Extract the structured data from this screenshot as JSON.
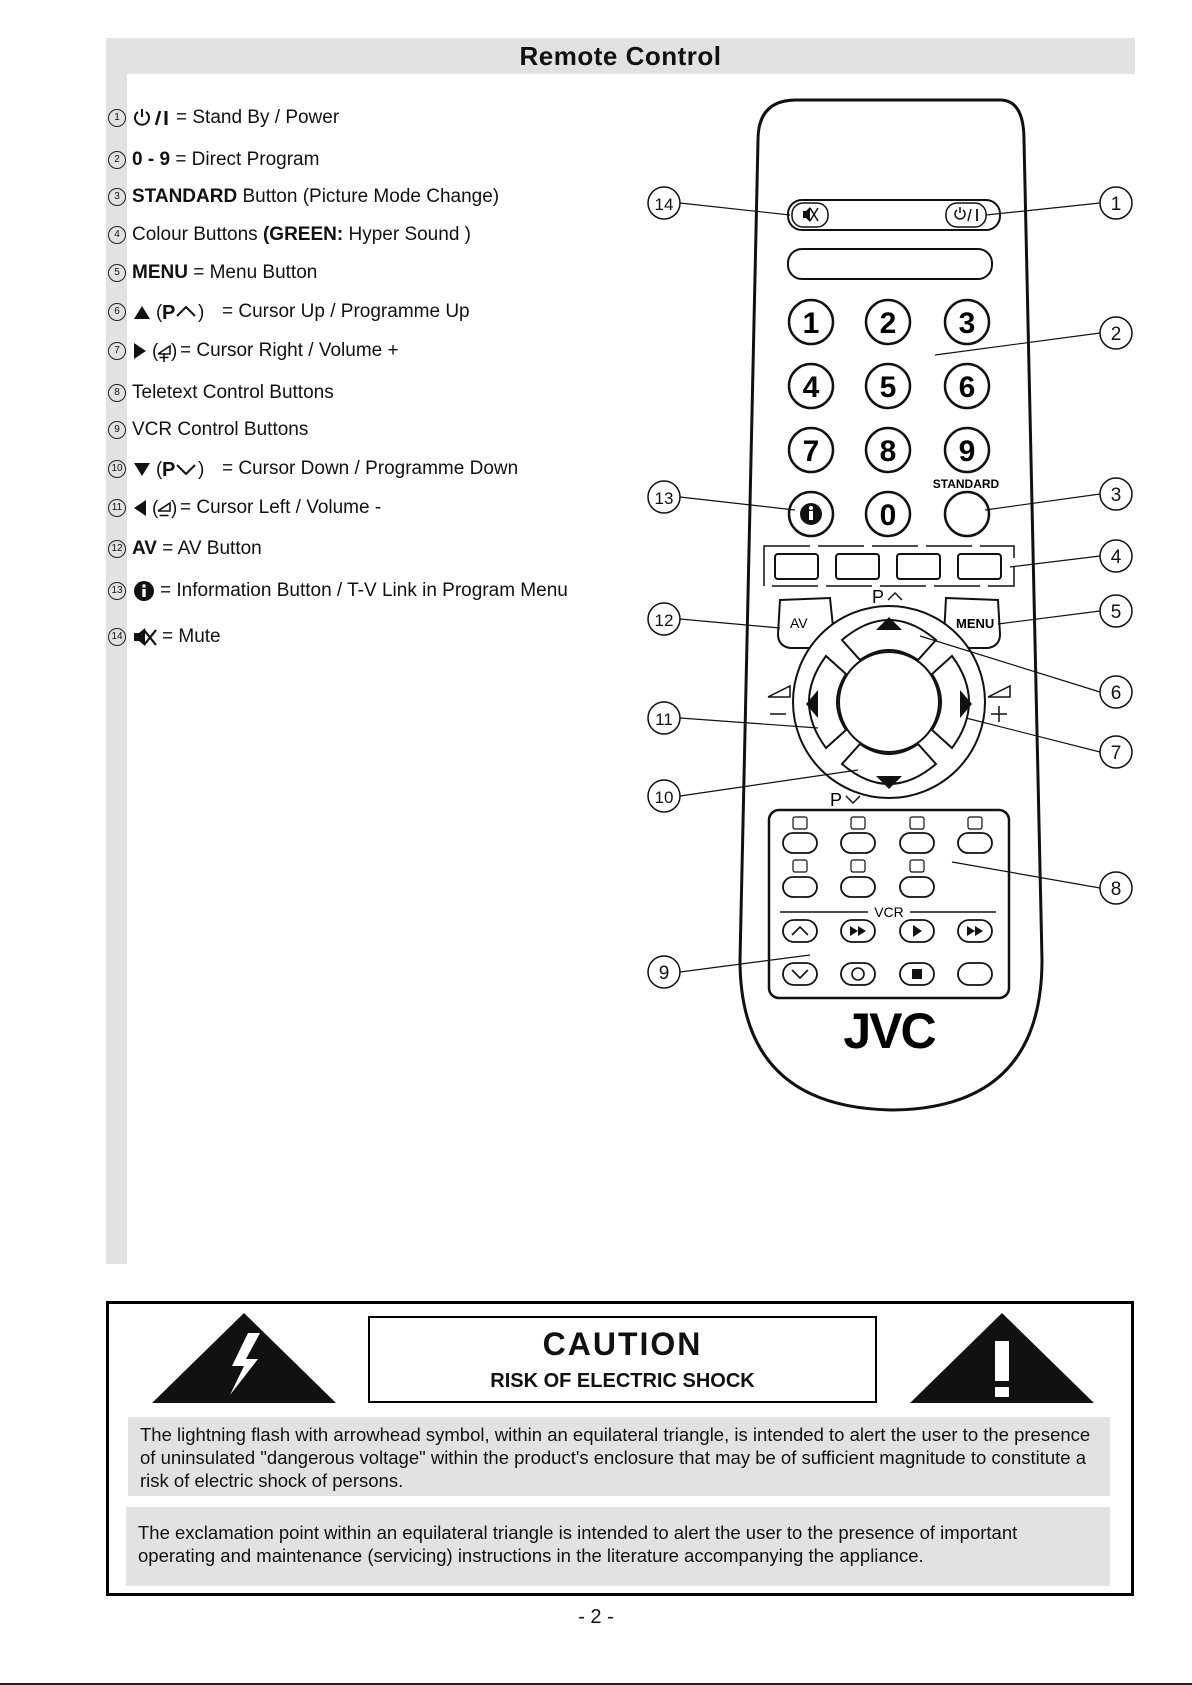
{
  "page": {
    "title": "Remote Control",
    "page_number": "- 2 -"
  },
  "legend": [
    {
      "num": "1",
      "bold": "",
      "text": "= Stand By / Power"
    },
    {
      "num": "2",
      "bold": "0 - 9",
      "text": "= Direct Program"
    },
    {
      "num": "3",
      "bold": "STANDARD",
      "text": "Button (Picture Mode Change)"
    },
    {
      "num": "4",
      "pre": "Colour Buttons",
      "bold": "(GREEN:",
      "text": "Hyper Sound )"
    },
    {
      "num": "5",
      "bold": "MENU",
      "text": "= Menu Button"
    },
    {
      "num": "6",
      "text": "= Cursor Up / Programme Up"
    },
    {
      "num": "7",
      "text": "= Cursor Right / Volume +"
    },
    {
      "num": "8",
      "text": "Teletext Control Buttons"
    },
    {
      "num": "9",
      "text": "VCR Control Buttons"
    },
    {
      "num": "10",
      "text": "= Cursor Down / Programme Down"
    },
    {
      "num": "11",
      "text": "= Cursor Left /  Volume -"
    },
    {
      "num": "12",
      "bold": "AV",
      "text": "= AV Button"
    },
    {
      "num": "13",
      "text": "= Information Button / T-V Link in Program Menu"
    },
    {
      "num": "14",
      "text": "= Mute"
    }
  ],
  "remote": {
    "digits": [
      "1",
      "2",
      "3",
      "4",
      "5",
      "6",
      "7",
      "8",
      "9",
      "0"
    ],
    "standard_label": "STANDARD",
    "av_label": "AV",
    "menu_label": "MENU",
    "p_up_label": "P",
    "p_down_label": "P",
    "vcr_label": "VCR",
    "brand": "JVC",
    "callouts": [
      "1",
      "2",
      "3",
      "4",
      "5",
      "6",
      "7",
      "8",
      "9",
      "10",
      "11",
      "12",
      "13",
      "14"
    ]
  },
  "caution": {
    "title": "CAUTION",
    "subtitle": "RISK OF ELECTRIC SHOCK",
    "para1": "The lightning flash with arrowhead symbol, within an equilateral triangle, is intended to alert the user to the presence of uninsulated \"dangerous voltage\" within the product's enclosure that may be of sufficient magnitude to constitute a risk of electric shock of persons.",
    "para2": "The exclamation point within an equilateral triangle is intended to alert the user to the presence of important operating and maintenance (servicing) instructions in the literature accompanying the appliance."
  }
}
